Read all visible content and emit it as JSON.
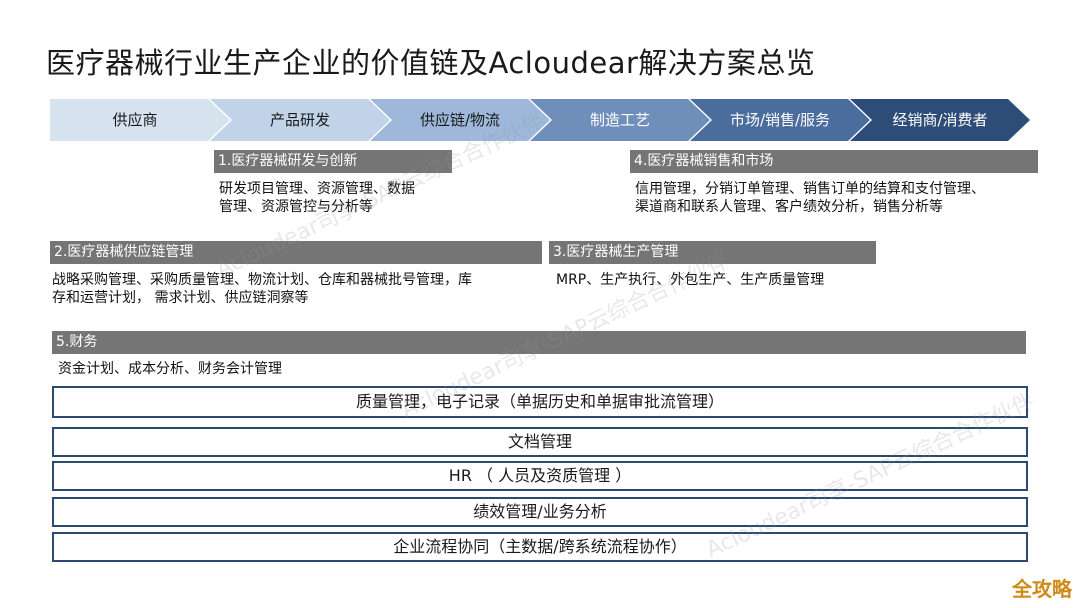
{
  "title": "医疗器械行业生产企业的价值链及Acloudear解决方案总览",
  "value_chain": [
    {
      "label": "供应商",
      "color": "#d7e2ef",
      "text_color": "#1a1a1a"
    },
    {
      "label": "产品研发",
      "color": "#c1d3e8",
      "text_color": "#1a1a1a"
    },
    {
      "label": "供应链/物流",
      "color": "#9db8da",
      "text_color": "#1a1a1a"
    },
    {
      "label": "制造工艺",
      "color": "#6f8fba",
      "text_color": "#ffffff"
    },
    {
      "label": "市场/销售/服务",
      "color": "#4a6d9d",
      "text_color": "#ffffff"
    },
    {
      "label": "经销商/消费者",
      "color": "#2d4c78",
      "text_color": "#ffffff"
    }
  ],
  "sections": {
    "rd": {
      "heading": "1.医疗器械研发与创新",
      "line1": "研发项目管理、资源管理、数据",
      "line2": "管理、资源管控与分析等"
    },
    "sales": {
      "heading": "4.医疗器械销售和市场",
      "line1": "信用管理，分销订单管理、销售订单的结算和支付管理、",
      "line2": "渠道商和联系人管理、客户绩效分析，销售分析等"
    },
    "supply": {
      "heading": "2.医疗器械供应链管理",
      "line1": "战略采购管理、采购质量管理、物流计划、仓库和器械批号管理，库",
      "line2": "存和运营计划， 需求计划、供应链洞察等"
    },
    "production": {
      "heading": "3.医疗器械生产管理",
      "line1": "MRP、生产执行、外包生产、生产质量管理"
    },
    "finance": {
      "heading": "5.财务",
      "line1": "资金计划、成本分析、财务会计管理"
    }
  },
  "boxes": [
    "质量管理，电子记录（单据历史和单据审批流管理）",
    "文档管理",
    "HR （ 人员及资质管理 ）",
    "绩效管理/业务分析",
    "企业流程协同（主数据/跨系统流程协作）"
  ],
  "watermark": "Acloudear司享-SAP云综合合作伙伴",
  "logo": "全攻略"
}
